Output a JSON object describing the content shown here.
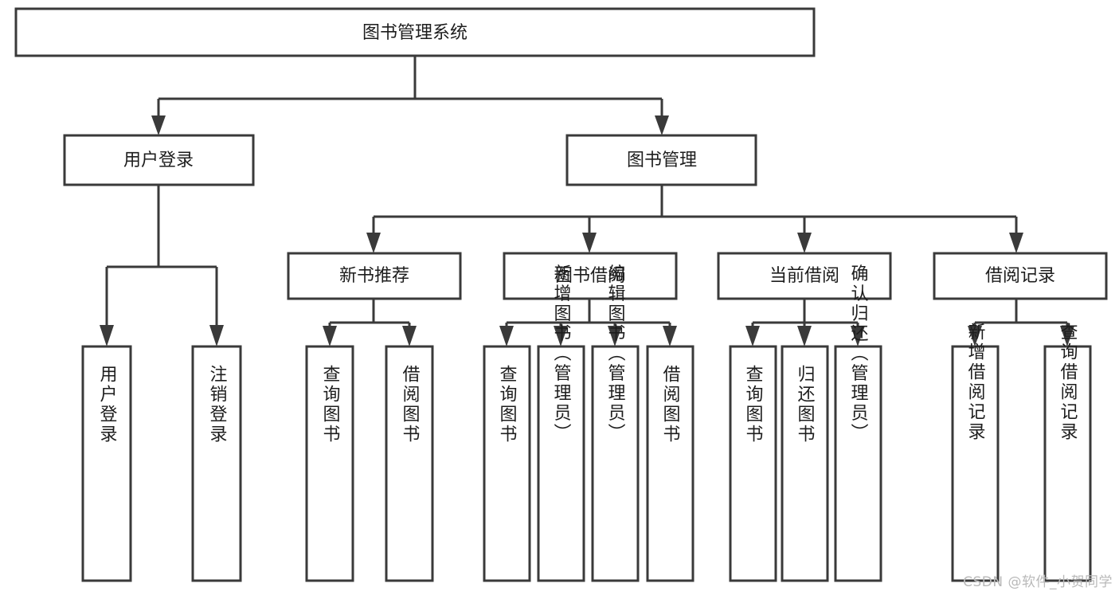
{
  "diagram": {
    "type": "tree-hierarchy-chart",
    "title_node": {
      "id": "root",
      "label": "图书管理系统"
    },
    "level2": [
      {
        "id": "user-login",
        "label": "用户登录"
      },
      {
        "id": "book-management",
        "label": "图书管理"
      }
    ],
    "level3": [
      {
        "id": "new-book-recommend",
        "label": "新书推荐",
        "parent": "book-management"
      },
      {
        "id": "book-borrow",
        "label": "图书借阅",
        "parent": "book-management"
      },
      {
        "id": "current-borrow",
        "label": "当前借阅",
        "parent": "book-management"
      },
      {
        "id": "borrow-record",
        "label": "借阅记录",
        "parent": "book-management"
      }
    ],
    "leaves": [
      {
        "id": "leaf-user-login",
        "label": "用户登录",
        "parent": "user-login"
      },
      {
        "id": "leaf-logout-login",
        "label": "注销登录",
        "parent": "user-login"
      },
      {
        "id": "leaf-query-book-1",
        "label": "查询图书",
        "parent": "new-book-recommend"
      },
      {
        "id": "leaf-borrow-book-1",
        "label": "借阅图书",
        "parent": "new-book-recommend"
      },
      {
        "id": "leaf-query-book-2",
        "label": "查询图书",
        "parent": "book-borrow"
      },
      {
        "id": "leaf-add-book",
        "label": "新增图书（管理员）",
        "parent": "book-borrow"
      },
      {
        "id": "leaf-edit-book",
        "label": "编辑图书（管理员）",
        "parent": "book-borrow"
      },
      {
        "id": "leaf-borrow-book-2",
        "label": "借阅图书",
        "parent": "book-borrow"
      },
      {
        "id": "leaf-query-book-3",
        "label": "查询图书",
        "parent": "current-borrow"
      },
      {
        "id": "leaf-return-book",
        "label": "归还图书",
        "parent": "current-borrow"
      },
      {
        "id": "leaf-confirm-return",
        "label": "确认归还（管理员）",
        "parent": "current-borrow"
      },
      {
        "id": "leaf-add-record",
        "label": "新增借阅记录",
        "parent": "borrow-record"
      },
      {
        "id": "leaf-query-record",
        "label": "查询借阅记录",
        "parent": "borrow-record"
      }
    ],
    "colors": {
      "stroke": "#3a3a3a",
      "fill": "#ffffff",
      "text": "#1d1d1d",
      "watermark": "#b9b9b9"
    }
  },
  "watermark": {
    "text": "CSDN @软件_小贺同学"
  }
}
